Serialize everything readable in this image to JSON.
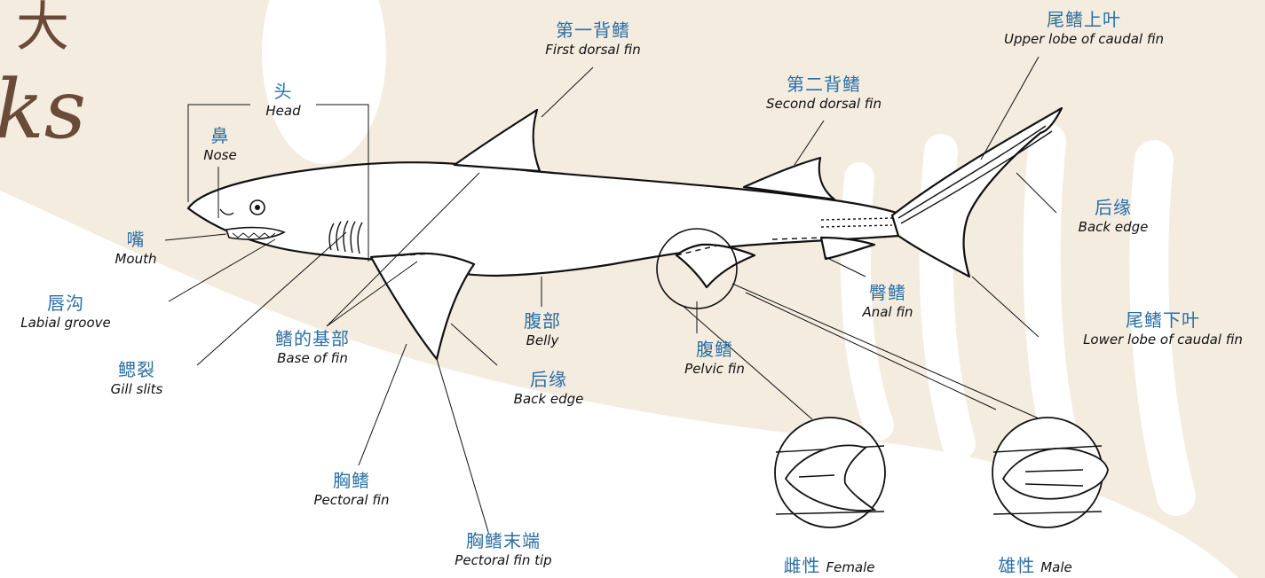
{
  "labels": {
    "head": {
      "zh": "头",
      "en": "Head"
    },
    "nose": {
      "zh": "鼻",
      "en": "Nose"
    },
    "mouth": {
      "zh": "嘴",
      "en": "Mouth"
    },
    "labial_groove": {
      "zh": "唇沟",
      "en": "Labial groove"
    },
    "gill_slits": {
      "zh": "鳃裂",
      "en": "Gill slits"
    },
    "base_of_fin": {
      "zh": "鳍的基部",
      "en": "Base of fin"
    },
    "first_dorsal": {
      "zh": "第一背鳍",
      "en": "First dorsal fin"
    },
    "second_dorsal": {
      "zh": "第二背鳍",
      "en": "Second dorsal fin"
    },
    "upper_lobe": {
      "zh": "尾鳍上叶",
      "en": "Upper lobe of caudal fin"
    },
    "back_edge_tail": {
      "zh": "后缘",
      "en": "Back edge"
    },
    "lower_lobe": {
      "zh": "尾鳍下叶",
      "en": "Lower lobe of caudal fin"
    },
    "anal_fin": {
      "zh": "臀鳍",
      "en": "Anal fin"
    },
    "belly": {
      "zh": "腹部",
      "en": "Belly"
    },
    "pelvic_fin": {
      "zh": "腹鳍",
      "en": "Pelvic fin"
    },
    "back_edge_pec": {
      "zh": "后缘",
      "en": "Back edge"
    },
    "pectoral_fin": {
      "zh": "胸鳍",
      "en": "Pectoral fin"
    },
    "pectoral_tip": {
      "zh": "胸鳍末端",
      "en": "Pectoral fin tip"
    },
    "female": {
      "zh": "雌性",
      "en": "Female"
    },
    "male": {
      "zh": "雄性",
      "en": "Male"
    }
  },
  "title_fragment": {
    "top": "大",
    "bottom": "ks"
  },
  "colors": {
    "label_zh": "#2b6fa5",
    "label_en": "#111111",
    "background_band": "#f4ecdf",
    "outline": "#111111"
  }
}
